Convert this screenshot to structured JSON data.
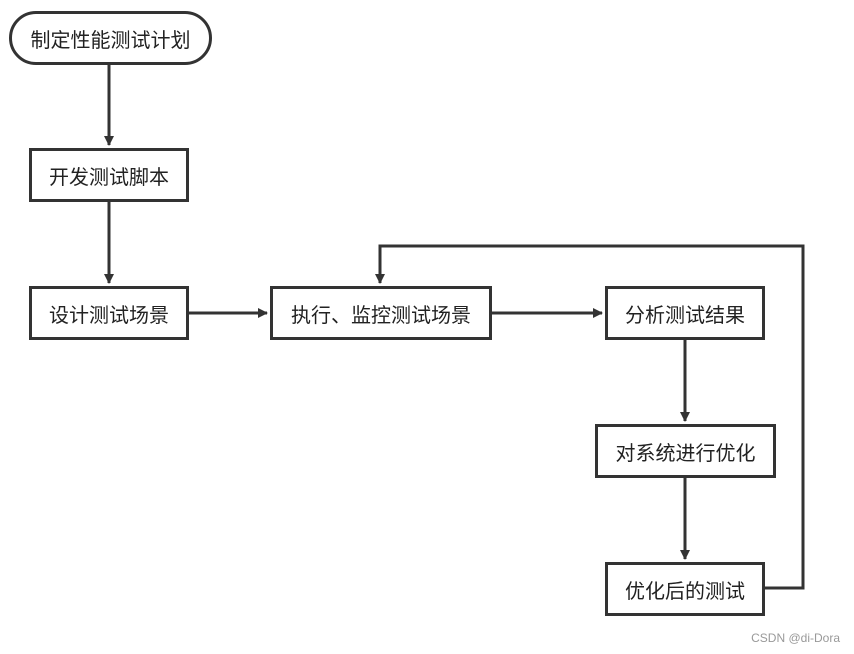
{
  "nodes": {
    "start": "制定性能测试计划",
    "develop": "开发测试脚本",
    "design": "设计测试场景",
    "execute": "执行、监控测试场景",
    "analyze": "分析测试结果",
    "optimize": "对系统进行优化",
    "retest": "优化后的测试"
  },
  "edges": [
    {
      "from": "start",
      "to": "develop"
    },
    {
      "from": "develop",
      "to": "design"
    },
    {
      "from": "design",
      "to": "execute"
    },
    {
      "from": "execute",
      "to": "analyze"
    },
    {
      "from": "analyze",
      "to": "optimize"
    },
    {
      "from": "optimize",
      "to": "retest"
    },
    {
      "from": "retest",
      "to": "execute"
    }
  ],
  "colors": {
    "stroke": "#333333",
    "text": "#222222",
    "watermark": "#999999"
  },
  "watermark": "CSDN @di-Dora"
}
